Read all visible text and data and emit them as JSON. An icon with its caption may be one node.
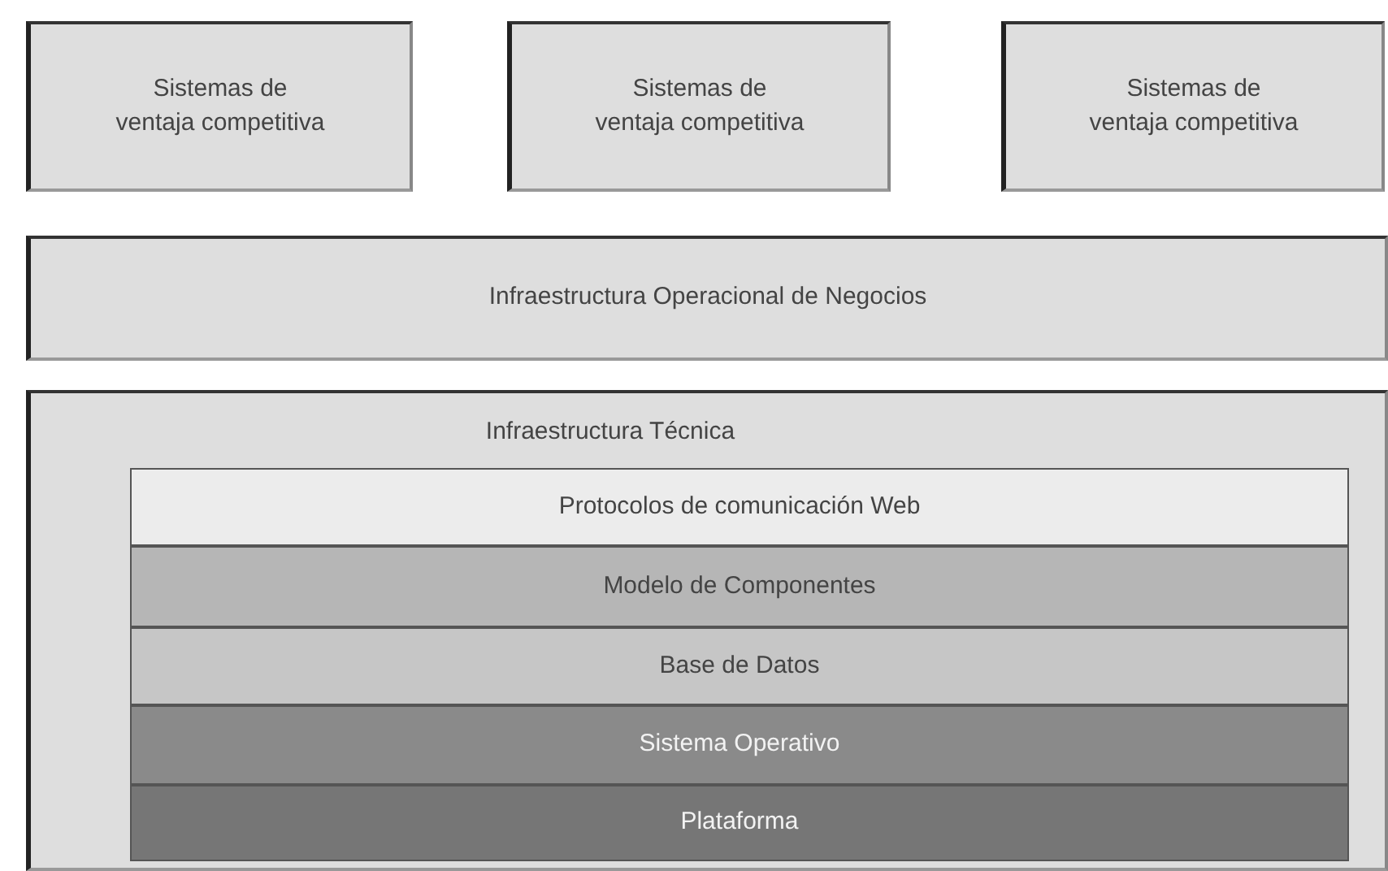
{
  "diagram": {
    "nodes": [
      {
        "text": [
          "Sistemas de ventaja competitiva"
        ]
      },
      {
        "text": [
          "Sistemas de ventaja competitiva"
        ]
      },
      {
        "text": [
          "Sistemas de ventaja competitiva"
        ]
      },
      {
        "text": [
          "Infraestructura Operacional de Negocios"
        ]
      },
      {
        "text": [
          "Infraestructura Técnica"
        ]
      },
      {
        "text": [
          "Protocolos de comunicación Web"
        ],
        "in": 4
      },
      {
        "text": [
          "Modelo de Componentes"
        ],
        "in": 4
      },
      {
        "text": [
          "Base de Datos"
        ],
        "in": 4
      },
      {
        "text": [
          "Sistema Operativo"
        ],
        "in": 4
      },
      {
        "text": [
          "Plataforma"
        ],
        "in": 4
      }
    ]
  }
}
